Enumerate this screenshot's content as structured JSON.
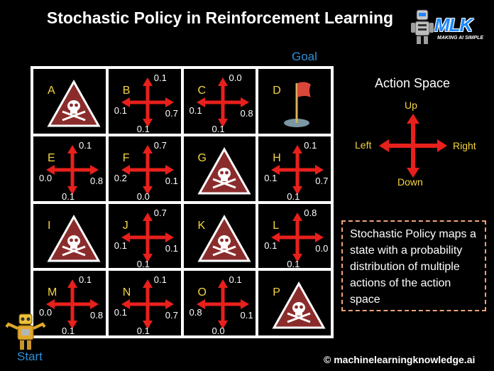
{
  "title": "Stochastic Policy in Reinforcement Learning",
  "logo": {
    "brand": "MLK",
    "tagline": "MAKING AI SIMPLE"
  },
  "goal_label": "Goal",
  "start_label": "Start",
  "colors": {
    "arrow": "#e8201c",
    "hazard_fill": "#8b2c2c",
    "letter": "#f5d442",
    "label_blue": "#2d8fd8",
    "note_border": "#f0a37a"
  },
  "grid": {
    "cells": [
      {
        "letter": "A",
        "kind": "hazard"
      },
      {
        "letter": "B",
        "kind": "policy",
        "up": "0.1",
        "left": "0.1",
        "right": "0.7",
        "down": "0.1"
      },
      {
        "letter": "C",
        "kind": "policy",
        "up": "0.0",
        "left": "0.1",
        "right": "0.8",
        "down": "0.1"
      },
      {
        "letter": "D",
        "kind": "goal"
      },
      {
        "letter": "E",
        "kind": "policy",
        "up": "0.1",
        "left": "0.0",
        "right": "0.8",
        "down": "0.1"
      },
      {
        "letter": "F",
        "kind": "policy",
        "up": "0.7",
        "left": "0.2",
        "right": "0.1",
        "down": "0.0"
      },
      {
        "letter": "G",
        "kind": "hazard"
      },
      {
        "letter": "H",
        "kind": "policy",
        "up": "0.1",
        "left": "0.1",
        "right": "0.7",
        "down": "0.1"
      },
      {
        "letter": "I",
        "kind": "hazard"
      },
      {
        "letter": "J",
        "kind": "policy",
        "up": "0.7",
        "left": "0.1",
        "right": "0.1",
        "down": "0.1"
      },
      {
        "letter": "K",
        "kind": "hazard"
      },
      {
        "letter": "L",
        "kind": "policy",
        "up": "0.8",
        "left": "0.1",
        "right": "0.0",
        "down": "0.1"
      },
      {
        "letter": "M",
        "kind": "policy",
        "up": "0.1",
        "left": "0.0",
        "right": "0.8",
        "down": "0.1"
      },
      {
        "letter": "N",
        "kind": "policy",
        "up": "0.1",
        "left": "0.1",
        "right": "0.7",
        "down": "0.1"
      },
      {
        "letter": "O",
        "kind": "policy",
        "up": "0.1",
        "left": "0.8",
        "right": "0.1",
        "down": "0.0"
      },
      {
        "letter": "P",
        "kind": "hazard"
      }
    ]
  },
  "action_space": {
    "title": "Action Space",
    "up": "Up",
    "down": "Down",
    "left": "Left",
    "right": "Right"
  },
  "note": "Stochastic Policy maps a state with a probability distribution of multiple actions of the action space",
  "copyright": "© machinelearningknowledge.ai"
}
